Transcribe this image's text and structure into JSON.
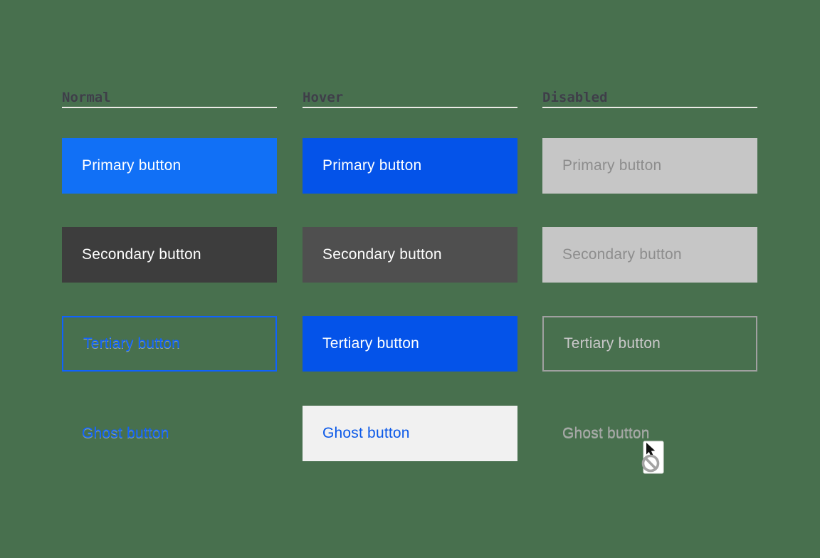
{
  "columns": [
    {
      "header": "Normal"
    },
    {
      "header": "Hover"
    },
    {
      "header": "Disabled"
    }
  ],
  "labels": {
    "primary": "Primary button",
    "secondary": "Secondary button",
    "tertiary": "Tertiary button",
    "ghost": "Ghost button"
  },
  "colors": {
    "page_background": "#48704e",
    "header_text": "#3f3f46",
    "primary_normal": "#1170f6",
    "primary_hover": "#0453e9",
    "secondary_normal": "#3d3d3d",
    "secondary_hover": "#4f4f4f",
    "disabled_fill": "#c6c6c6",
    "disabled_text": "#8d8d8d",
    "tertiary_accent": "#0f62fe",
    "tertiary_disabled_border": "#a0a0a0",
    "tertiary_disabled_text": "#c9c9c9",
    "ghost_text": "#0f62fe",
    "ghost_hover_bg": "#f1f1f1",
    "ghost_disabled_text": "#a6a6a6",
    "button_text_on_fill": "#ffffff"
  },
  "cursor": {
    "icon": "not-allowed-cursor"
  }
}
